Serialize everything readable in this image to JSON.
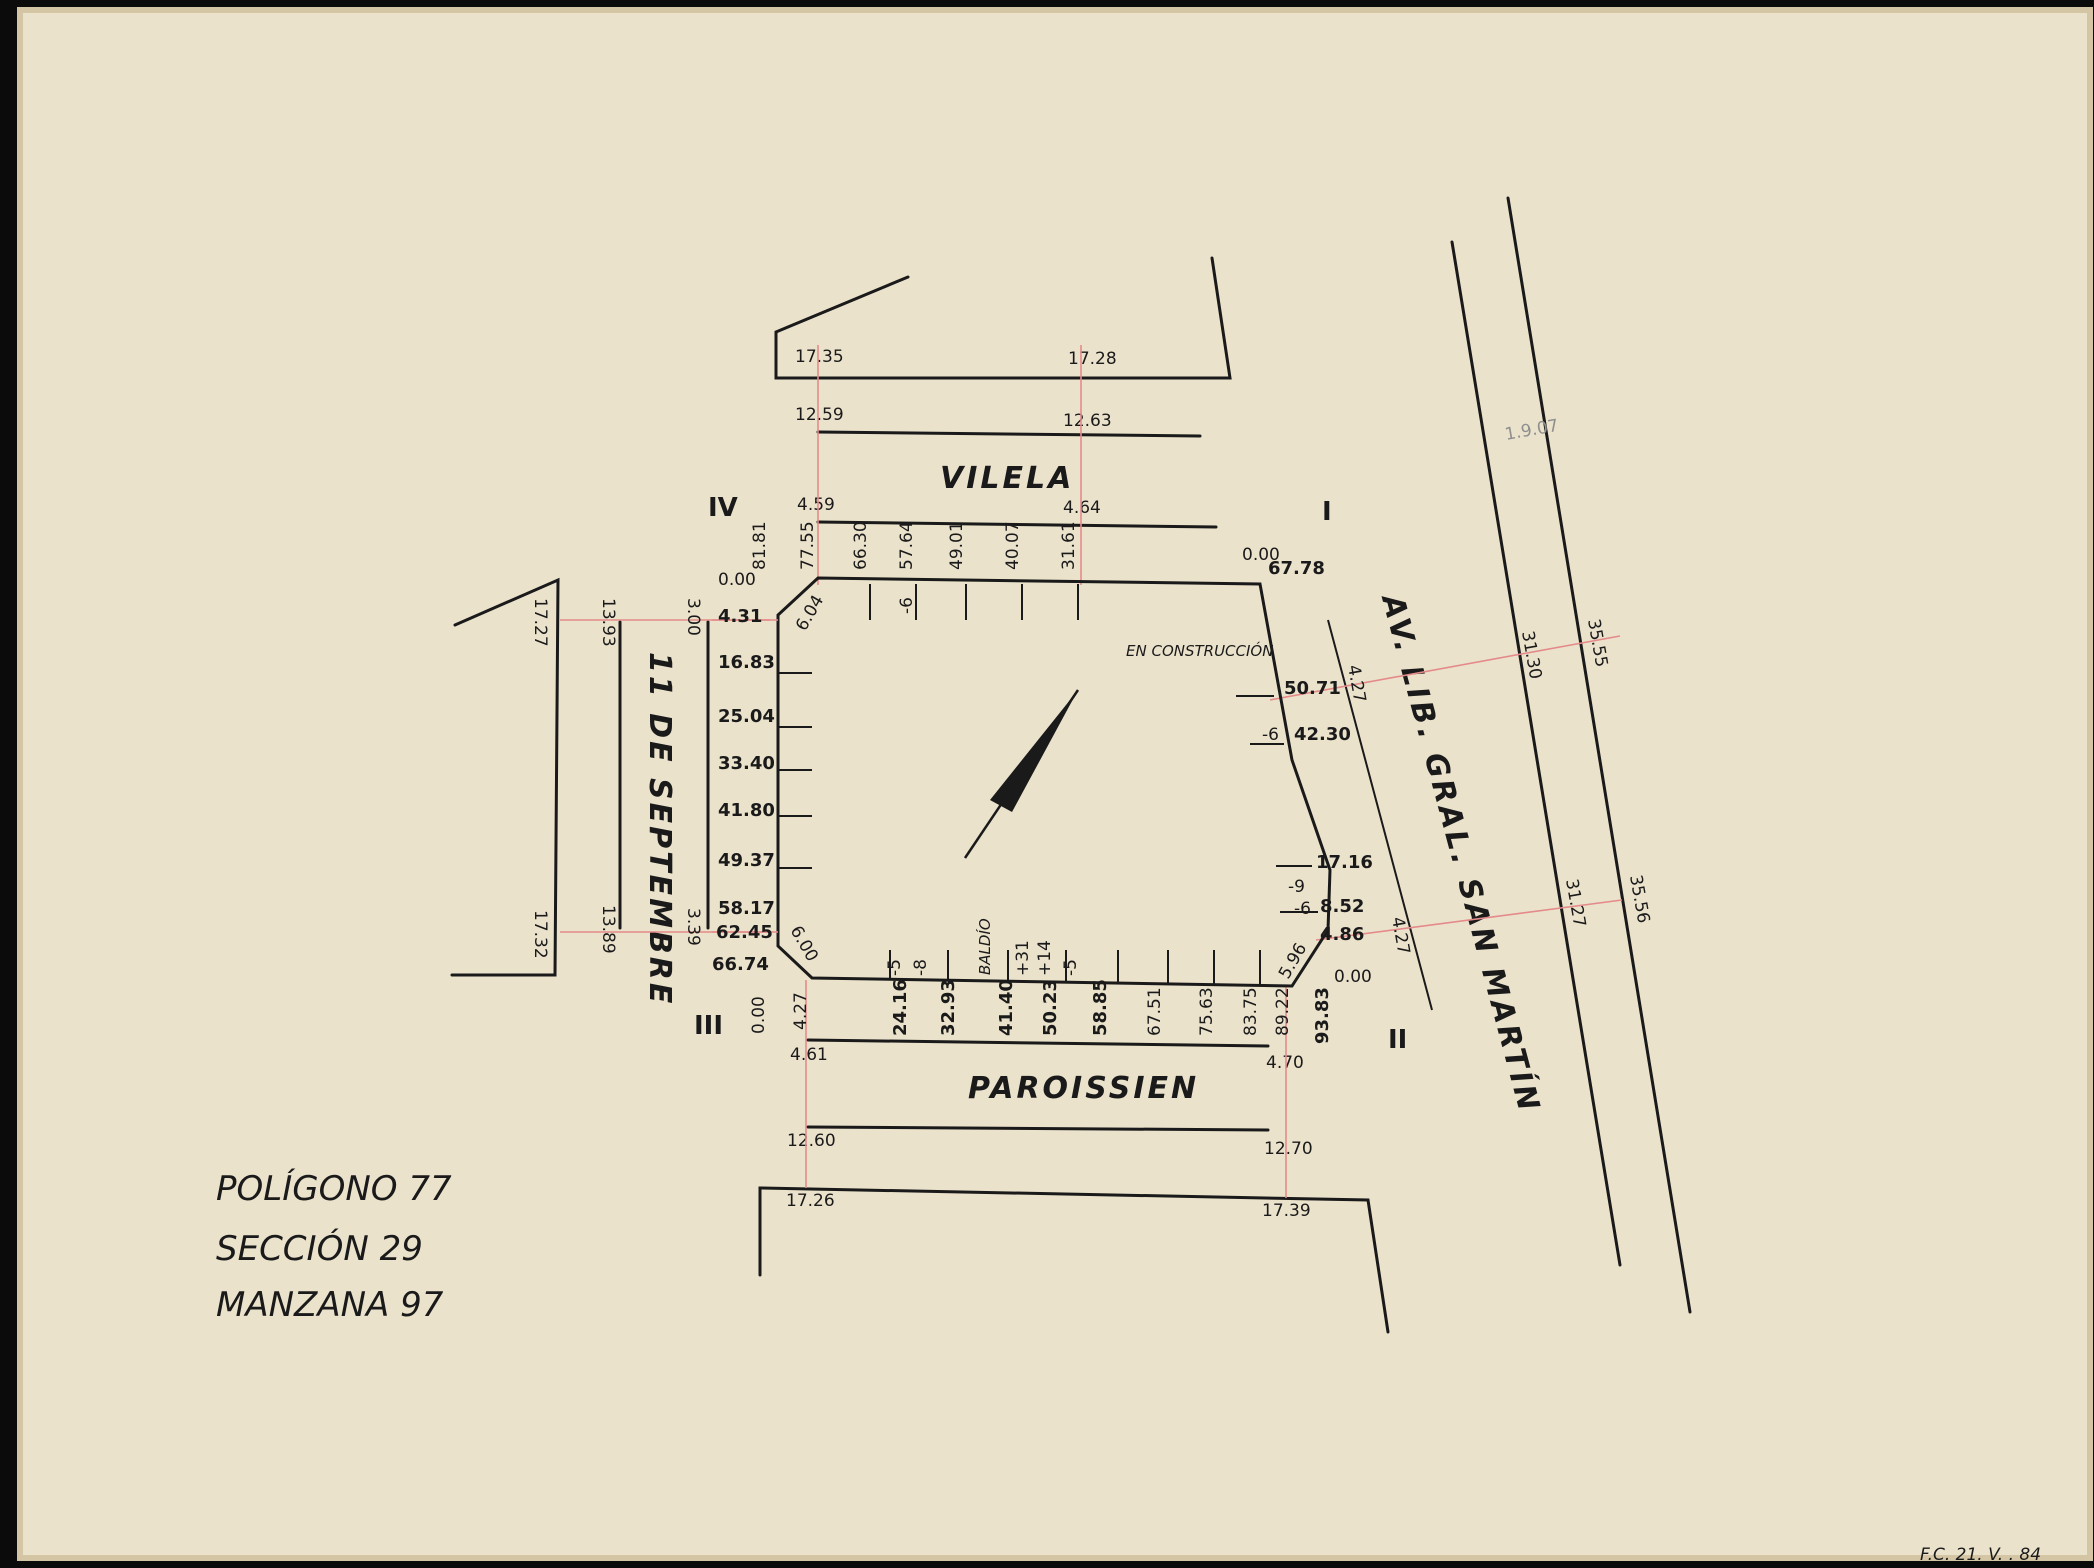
{
  "colors": {
    "paper": "#ebe2cc",
    "paper_edge": "#d9ccad",
    "ink": "#1a1a1a",
    "red_line": "#e48a8a"
  },
  "streets": {
    "vilela": "VILELA",
    "paroissien": "PAROISSIEN",
    "once_septiembre": "11 DE SEPTEMBRE",
    "san_martin": "AV. LIB. GRAL. SAN MARTÍN"
  },
  "corners": {
    "i": "I",
    "ii": "II",
    "iii": "III",
    "iv": "IV"
  },
  "notes": {
    "en_construccion": "EN CONSTRUCCIÓN",
    "baldio": "BALDÍO"
  },
  "legend": {
    "poligono": "POLÍGONO 77",
    "seccion": "SECCIÓN 29",
    "manzana": "MANZANA 97"
  },
  "margin_note": "F.C. 21. V. . 84",
  "faint_note": "1.9.07",
  "vilela_measures": {
    "top_left": "17.35",
    "top_right": "17.28",
    "mid_left": "12.59",
    "mid_right": "12.63",
    "low_left": "4.59",
    "low_right": "4.64"
  },
  "paroissien_measures": {
    "top_left": "4.61",
    "top_right": "4.70",
    "mid_left": "12.60",
    "mid_right": "12.70",
    "low_left": "17.26",
    "low_right": "17.39"
  },
  "septiembre_measures": {
    "outer_top": "17.27",
    "outer_bottom": "17.32",
    "mid_top": "13.93",
    "mid_bottom": "13.89",
    "inner_top": "3.00",
    "inner_bottom": "3.39"
  },
  "sanmartin_measures": {
    "a1": "31.30",
    "a2": "35.55",
    "b1": "31.27",
    "b2": "35.56",
    "c1": "4.27",
    "c2": "4.27"
  },
  "block_top": [
    "77.55",
    "66.30",
    "-6",
    "57.64",
    "49.01",
    "40.07",
    "31.61"
  ],
  "block_top_extra": {
    "corner": "81.81",
    "zero": "0.00",
    "right": "67.78",
    "left_dot": "0.00"
  },
  "block_left": [
    "4.31",
    "6.04",
    "16.83",
    "25.04",
    "33.40",
    "41.80",
    "49.37",
    "58.17",
    "62.45",
    "6.00",
    "66.74"
  ],
  "block_bottom": [
    "0.00",
    "4.27",
    "24.16",
    "-5",
    "-8",
    "32.93",
    "41.40",
    "+31",
    "+14",
    "50.23",
    "-5",
    "58.85",
    "67.51",
    "75.63",
    "83.75",
    "89.22",
    "93.83",
    "0.00"
  ],
  "block_right": [
    "50.71",
    "-6",
    "42.30",
    "17.16",
    "-9",
    "-6",
    "8.52",
    "4.86",
    "5.96"
  ]
}
